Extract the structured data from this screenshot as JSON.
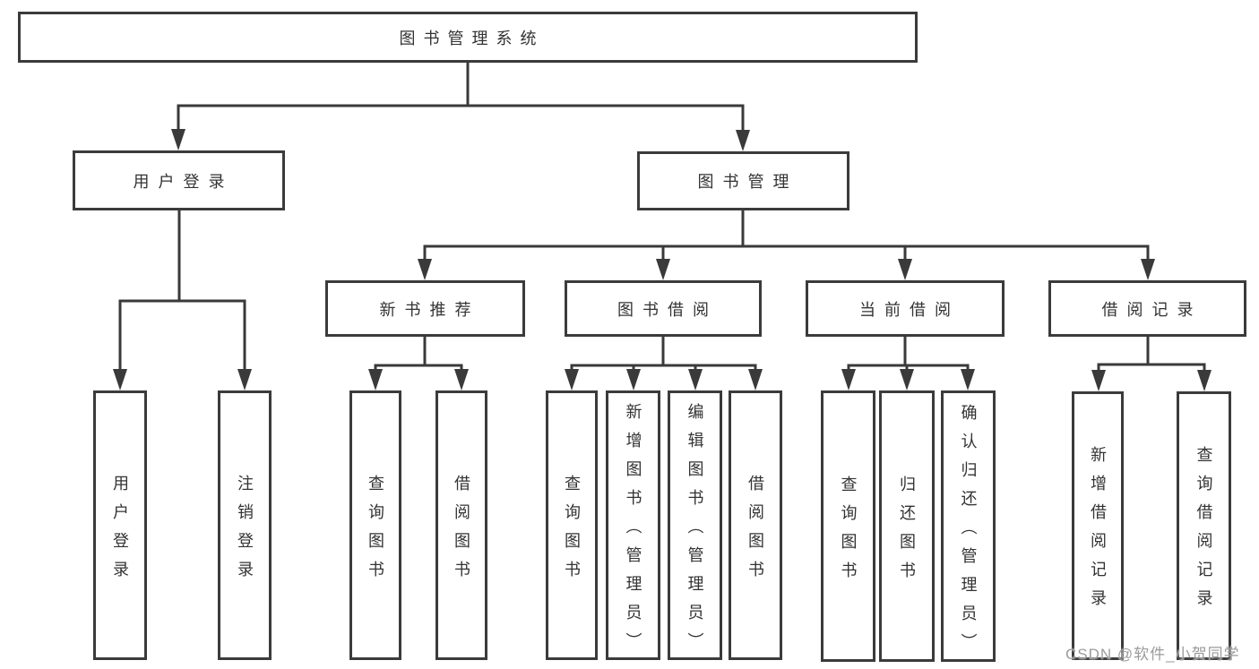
{
  "diagram": {
    "root": {
      "label": "图书管理系统"
    },
    "branches": [
      {
        "label": "用户登录",
        "children": [
          {
            "label": "用户登录"
          },
          {
            "label": "注销登录"
          }
        ]
      },
      {
        "label": "图书管理",
        "groups": [
          {
            "label": "新书推荐",
            "children": [
              {
                "label": "查询图书"
              },
              {
                "label": "借阅图书"
              }
            ]
          },
          {
            "label": "图书借阅",
            "children": [
              {
                "label": "查询图书"
              },
              {
                "label": "新增图书（管理员）"
              },
              {
                "label": "编辑图书（管理员）"
              },
              {
                "label": "借阅图书"
              }
            ]
          },
          {
            "label": "当前借阅",
            "children": [
              {
                "label": "查询图书"
              },
              {
                "label": "归还图书"
              },
              {
                "label": "确认归还（管理员）"
              }
            ]
          },
          {
            "label": "借阅记录",
            "children": [
              {
                "label": "新增借阅记录"
              },
              {
                "label": "查询借阅记录"
              }
            ]
          }
        ]
      }
    ]
  },
  "watermark": {
    "text": "CSDN @软件_小贺同学"
  },
  "colors": {
    "line": "#3a3a3a",
    "border": "#3b3b3b",
    "text": "#333333",
    "background": "#ffffff",
    "watermark": "#9b9b9b"
  }
}
